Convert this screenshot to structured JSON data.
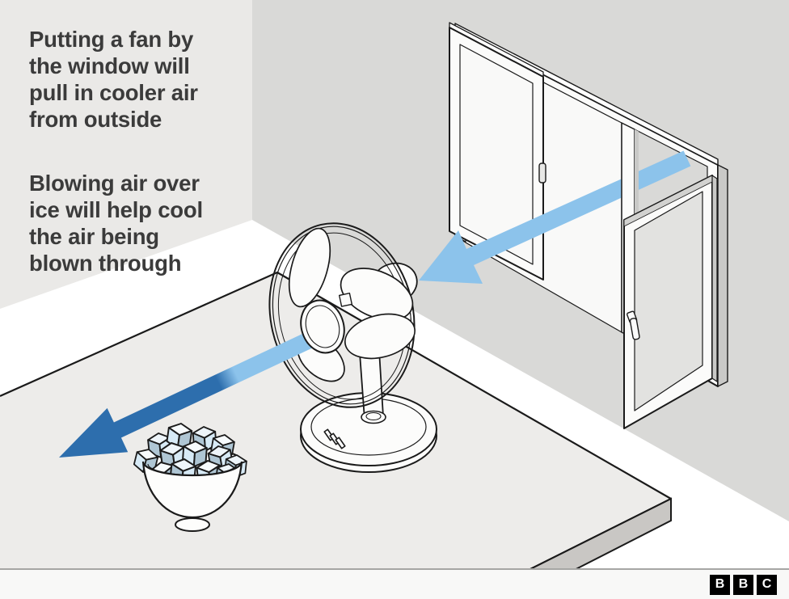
{
  "annotation": {
    "paragraph1": {
      "lines": [
        "Putting a fan by",
        "the window will",
        "pull in cooler air",
        "from outside"
      ]
    },
    "paragraph2": {
      "lines": [
        "Blowing air over",
        "ice will help cool",
        "the air being",
        "blown through"
      ]
    }
  },
  "footer": {
    "logo": {
      "letters": [
        "B",
        "B",
        "C"
      ]
    }
  },
  "colors": {
    "wall_left": "#EAE9E7",
    "wall_right": "#D9D9D7",
    "floor": "#FFFFFF",
    "table_top": "#EDECEA",
    "table_side": "#C9C7C4",
    "outline": "#1A1A1A",
    "text": "#3B3B3B",
    "arrow_light_blue": "#8CC3EB",
    "arrow_dark_blue": "#2D6EAD",
    "ice_pale": "#D7EAF6",
    "ice_shade": "#AFC6D4",
    "window_white": "#FBFBFA",
    "footer_bg": "#F8F8F7",
    "logo_bg": "#000000"
  },
  "icons": {
    "fan": "desk-fan-icon",
    "window": "open-casement-window-icon",
    "ice_bowl": "bowl-of-ice-icon",
    "arrow_in": "cool-air-inflow-arrow",
    "arrow_out": "cooled-air-outflow-arrow",
    "logo": "bbc-logo"
  }
}
